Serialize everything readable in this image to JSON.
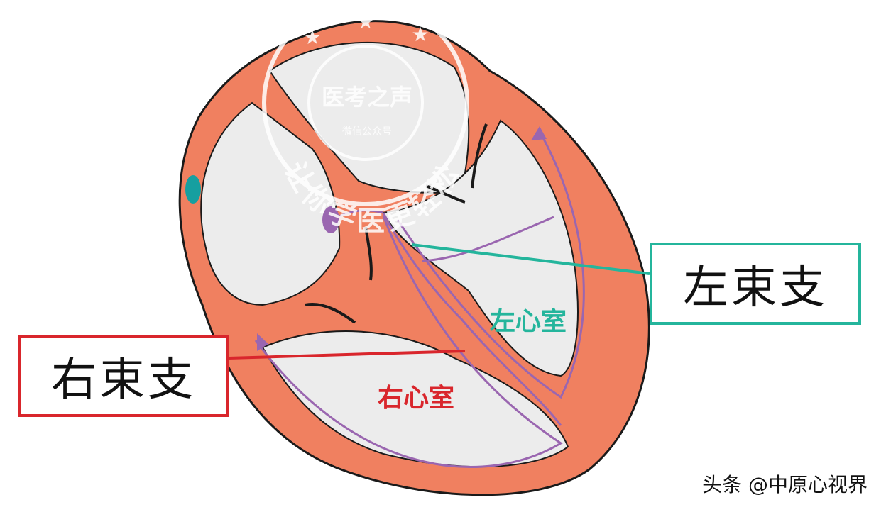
{
  "labels": {
    "right_bundle_branch": "右束支",
    "left_bundle_branch": "左束支",
    "left_ventricle": "左心室",
    "right_ventricle": "右心室"
  },
  "stamp": {
    "title": "医考之声",
    "subtitle": "微信公众号",
    "arc_text": "让你学医更轻松"
  },
  "watermark": "头条 @中原心视界",
  "colors": {
    "myocardium": "#f08060",
    "chamber": "#ececec",
    "conduction": "#9a66b0",
    "right_accent": "#d9262c",
    "left_accent": "#24b59c",
    "outline": "#1a1a1a"
  }
}
